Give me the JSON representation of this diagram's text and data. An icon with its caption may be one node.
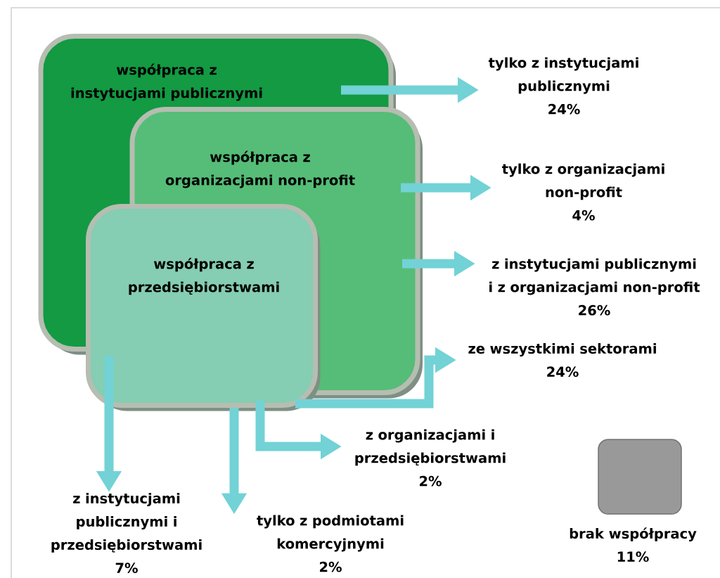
{
  "diagram": {
    "nodes": [
      {
        "text": [
          "współpraca z instytucjami publicznymi"
        ]
      },
      {
        "text": [
          "współpraca z organizacjami non-profit"
        ]
      },
      {
        "text": [
          "współpraca z przedsiębiorstwami"
        ]
      },
      {
        "text": [
          "tylko z instytucjami publicznymi",
          "24%"
        ]
      },
      {
        "text": [
          "tylko z organizacjami non-profit",
          "4%"
        ]
      },
      {
        "text": [
          "z instytucjami publicznymi i z organizacjami non-profit",
          "26%"
        ]
      },
      {
        "text": [
          "ze wszystkimi sektorami",
          "24%"
        ]
      },
      {
        "text": [
          "z organizacjami i przedsiębiorstwami",
          "2%"
        ]
      },
      {
        "text": [
          "tylko z podmiotami komercyjnymi",
          "2%"
        ]
      },
      {
        "text": [
          "z instytucjami publicznymi i przedsiębiorstwami",
          "7%"
        ]
      },
      {
        "text": [],
        "shape": "box",
        "beside": [
          "brak współpracy",
          "11%"
        ]
      }
    ],
    "edges": [
      {
        "from": 0,
        "to": 3,
        "arrow": "to"
      },
      {
        "from": 1,
        "to": 4,
        "arrow": "to"
      },
      {
        "from": 1,
        "to": 5,
        "arrow": "to"
      },
      {
        "from": 2,
        "to": 6,
        "arrow": "to"
      },
      {
        "from": 2,
        "to": 9,
        "arrow": "to"
      },
      {
        "from": 2,
        "to": 8,
        "arrow": "to"
      },
      {
        "from": 2,
        "to": 7,
        "arrow": "to"
      }
    ]
  }
}
